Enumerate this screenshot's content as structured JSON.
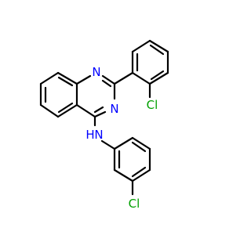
{
  "molecule": {
    "atoms": {
      "n1": {
        "label": "N",
        "color": "#0000ff"
      },
      "n3": {
        "label": "N",
        "color": "#0000ff"
      },
      "nh": {
        "label": "H\nN",
        "line1": "H",
        "line2": "N",
        "color": "#0000ff"
      },
      "cl_top": {
        "label": "Cl",
        "color": "#00a000"
      },
      "cl_bottom": {
        "label": "Cl",
        "color": "#00a000"
      }
    },
    "bond_color": "#000000"
  }
}
